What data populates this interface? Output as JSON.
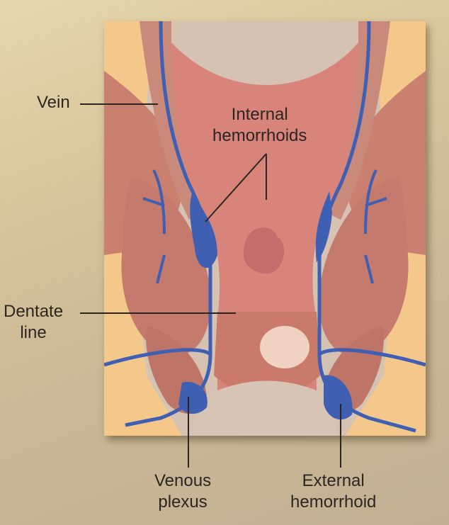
{
  "illustration": {
    "subject": "Hemorrhoid anatomy cross-section",
    "colors": {
      "background": "#d6c7a0",
      "mucosa": "#d9847a",
      "muscle": "#c98375",
      "fat": "#f5c98a",
      "vein": "#3f5fb3",
      "skin": "#d8c4b4"
    }
  },
  "labels": {
    "vein": "Vein",
    "internal_line1": "Internal",
    "internal_line2": "hemorrhoids",
    "dentate_line1": "Dentate",
    "dentate_line2": "line",
    "venous_line1": "Venous",
    "venous_line2": "plexus",
    "external_line1": "External",
    "external_line2": "hemorrhoid"
  }
}
